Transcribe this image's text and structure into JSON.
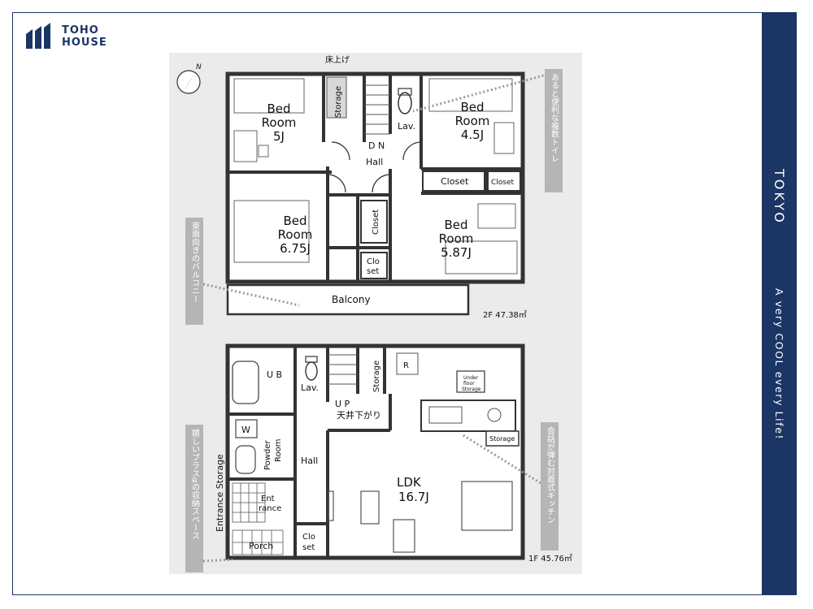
{
  "brand": {
    "line1": "TOHO",
    "line2": "HOUSE",
    "color": "#1b3565",
    "icon": "toho-house-logo-icon"
  },
  "sidebar": {
    "city": "TOKYO",
    "tagline": "A very COOL every Life!"
  },
  "floor2": {
    "area": "2F 47.38㎡",
    "rooms": {
      "bed_5": [
        "Bed",
        "Room",
        "5J"
      ],
      "bed_45": [
        "Bed",
        "Room",
        "4.5J"
      ],
      "bed_675": [
        "Bed",
        "Room",
        "6.75J"
      ],
      "bed_587": [
        "Bed",
        "Room",
        "5.87J"
      ],
      "storage": "Storage",
      "lav": "Lav.",
      "dn": "D N",
      "hall": "Hall",
      "closet_wide": "Closet",
      "closet_small": "Closet",
      "closet_vertical": "Closet",
      "clo_set": [
        "Clo",
        "set"
      ],
      "balcony": "Balcony"
    },
    "note_raised_floor": "床上げ",
    "callouts": {
      "toilet": "あると便利な複数トイレ",
      "balcony": "東南向きのバルコニー"
    }
  },
  "floor1": {
    "area": "1F 45.76㎡",
    "rooms": {
      "ub": "U B",
      "lav": "Lav.",
      "storage": "Storage",
      "up": "U P",
      "ceiling_note": "天井下がり",
      "w": "W",
      "powder_room": [
        "Powder",
        "Room"
      ],
      "hall": "Hall",
      "entrance_storage": "Entrance Storage",
      "entrance": [
        "Ent",
        "rance"
      ],
      "porch": "Porch",
      "clo_set": [
        "Clo",
        "set"
      ],
      "ldk": [
        "LDK",
        "16.7J"
      ],
      "under_floor_storage": [
        "Under",
        "floor",
        "Storage"
      ],
      "kitchen_storage": "Storage",
      "r": "R"
    },
    "callouts": {
      "kitchen": "会話が弾む対面式キッチン",
      "storage": "嬉しいプラスαの収納スペース"
    }
  }
}
